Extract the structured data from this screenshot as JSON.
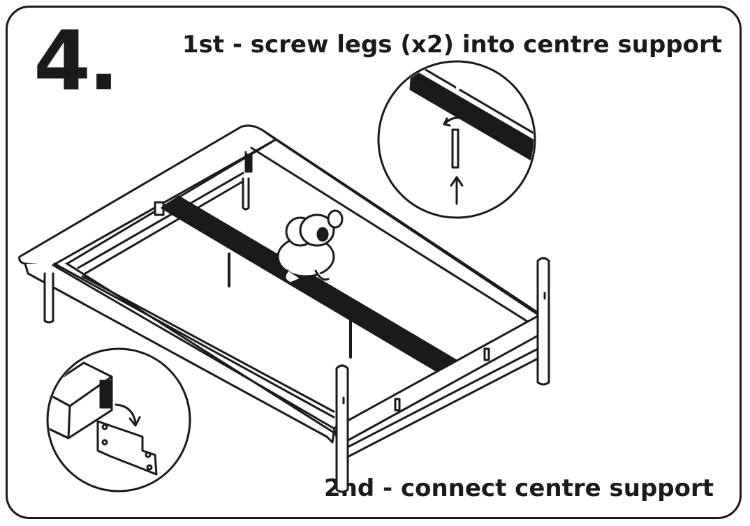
{
  "step": {
    "number": "4."
  },
  "instructions": {
    "first": "1st - screw legs (x2) into centre support",
    "second": "2nd - connect centre support"
  },
  "colors": {
    "ink": "#1a1a1a",
    "paper": "#ffffff"
  },
  "icons": {
    "rotation": "curved-rotate-arrow",
    "insert": "up-arrow",
    "connect": "curved-down-arrow"
  }
}
